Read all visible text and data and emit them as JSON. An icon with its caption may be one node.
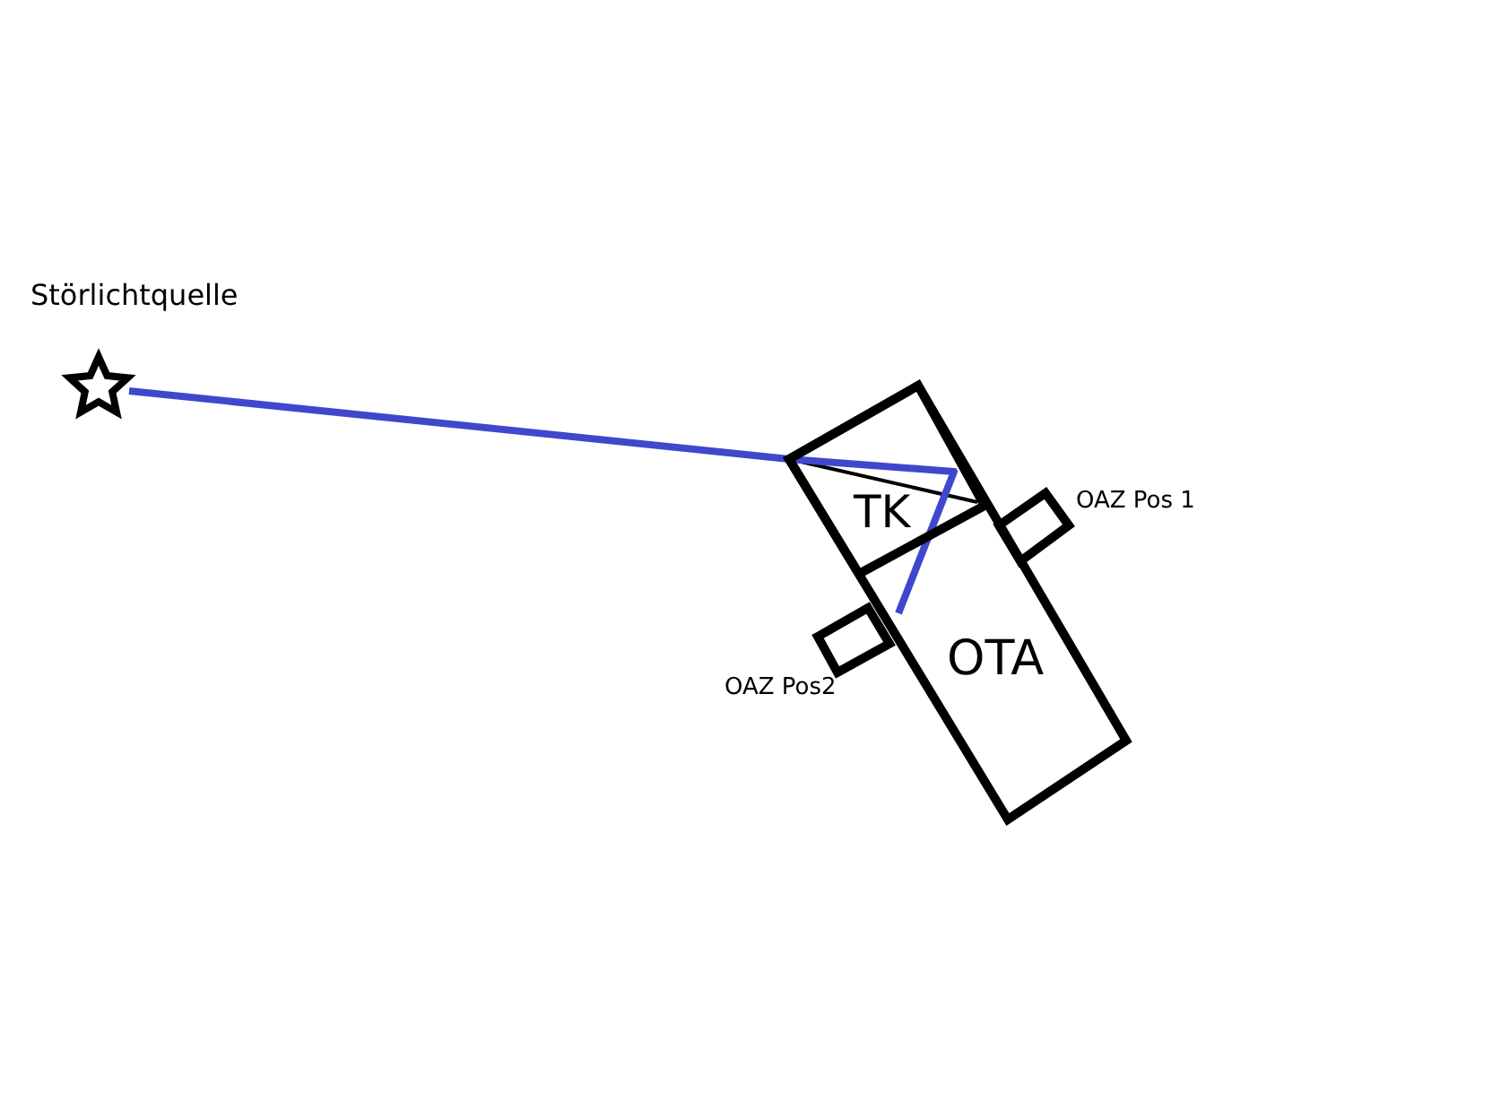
{
  "diagram": {
    "nodes": [
      {
        "text": [
          "Störlichtquelle"
        ]
      },
      {
        "text": [
          "OTA"
        ]
      },
      {
        "text": [
          "TK"
        ],
        "in": 1
      },
      {
        "text": [
          "OAZ Pos 1"
        ]
      },
      {
        "text": [
          "OAZ Pos2"
        ]
      }
    ],
    "edges": [
      {
        "from": 0,
        "to": 2,
        "arrow": "none",
        "color": "#3f48cc"
      }
    ]
  }
}
